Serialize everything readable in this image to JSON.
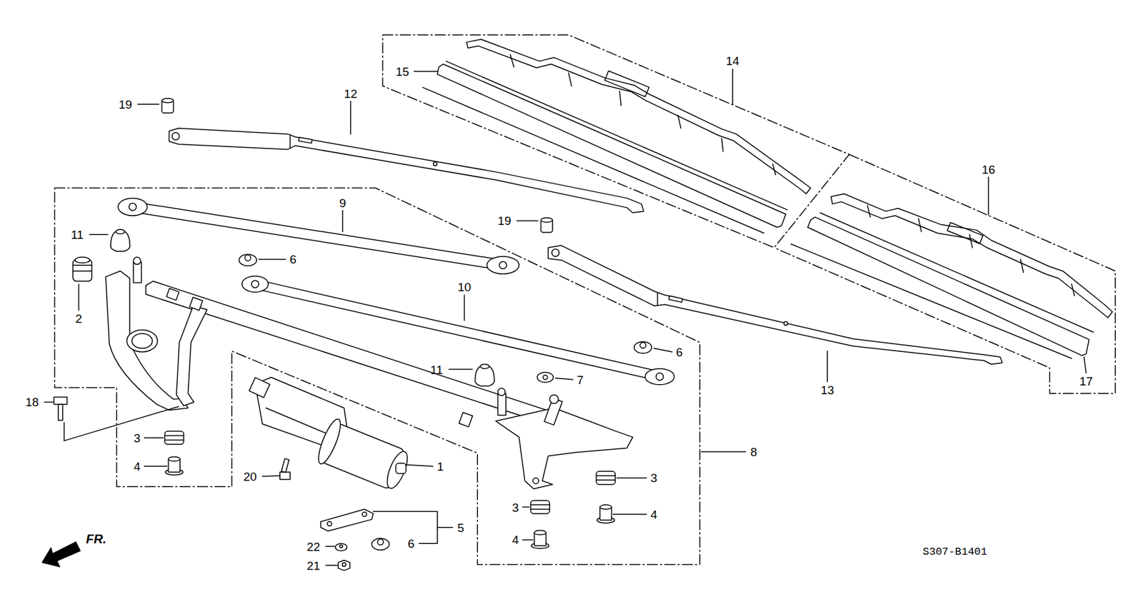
{
  "diagram": {
    "labels": [
      "14",
      "15",
      "12",
      "19",
      "16",
      "9",
      "19",
      "11",
      "6",
      "10",
      "2",
      "6",
      "11",
      "7",
      "17",
      "13",
      "18",
      "3",
      "8",
      "1",
      "4",
      "20",
      "3",
      "3",
      "4",
      "5",
      "FR.",
      "4",
      "6",
      "22",
      "S307-B1401",
      "21"
    ]
  }
}
